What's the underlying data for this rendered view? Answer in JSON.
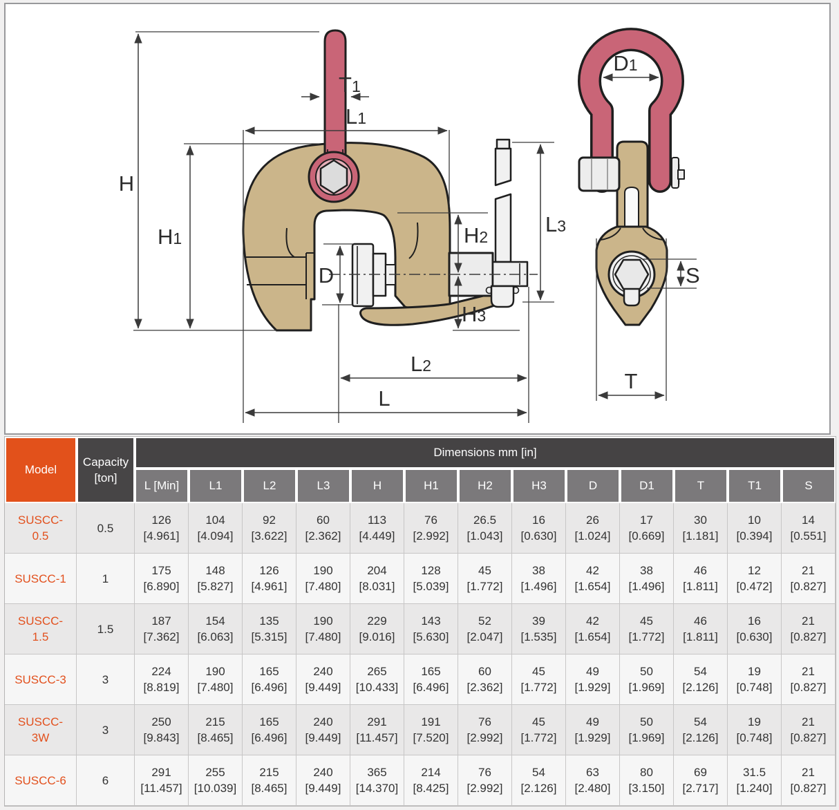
{
  "diagram": {
    "colors": {
      "pink": "#c96577",
      "pink_inner": "#e7afb8",
      "tan": "#cbb58a",
      "metal": "#efefef",
      "outline": "#1f1f1f",
      "dimension_line": "#3a3a3a",
      "panel_border": "#98989b"
    },
    "labels": {
      "H": {
        "main": "H",
        "sub": ""
      },
      "H1": {
        "main": "H",
        "sub": "1"
      },
      "H2": {
        "main": "H",
        "sub": "2"
      },
      "H3": {
        "main": "H",
        "sub": "3"
      },
      "T1": {
        "main": "T",
        "sub": "1"
      },
      "L1": {
        "main": "L",
        "sub": "1"
      },
      "L2": {
        "main": "L",
        "sub": "2"
      },
      "L3": {
        "main": "L",
        "sub": "3"
      },
      "L": {
        "main": "L",
        "sub": ""
      },
      "D": {
        "main": "D",
        "sub": ""
      },
      "D1": {
        "main": "D",
        "sub": "1"
      },
      "S": {
        "main": "S",
        "sub": ""
      },
      "T": {
        "main": "T",
        "sub": ""
      }
    }
  },
  "table": {
    "header": {
      "model": "Model",
      "capacity_line1": "Capacity",
      "capacity_line2": "[ton]",
      "dimensions_band": "Dimensions mm [in]",
      "columns": [
        "L [Min]",
        "L1",
        "L2",
        "L3",
        "H",
        "H1",
        "H2",
        "H3",
        "D",
        "D1",
        "T",
        "T1",
        "S"
      ]
    },
    "rows": [
      {
        "model": [
          "SUSCC-",
          "0.5"
        ],
        "capacity": "0.5",
        "values": [
          [
            "126",
            "[4.961]"
          ],
          [
            "104",
            "[4.094]"
          ],
          [
            "92",
            "[3.622]"
          ],
          [
            "60",
            "[2.362]"
          ],
          [
            "113",
            "[4.449]"
          ],
          [
            "76",
            "[2.992]"
          ],
          [
            "26.5",
            "[1.043]"
          ],
          [
            "16",
            "[0.630]"
          ],
          [
            "26",
            "[1.024]"
          ],
          [
            "17",
            "[0.669]"
          ],
          [
            "30",
            "[1.181]"
          ],
          [
            "10",
            "[0.394]"
          ],
          [
            "14",
            "[0.551]"
          ]
        ]
      },
      {
        "model": [
          "SUSCC-1"
        ],
        "capacity": "1",
        "values": [
          [
            "175",
            "[6.890]"
          ],
          [
            "148",
            "[5.827]"
          ],
          [
            "126",
            "[4.961]"
          ],
          [
            "190",
            "[7.480]"
          ],
          [
            "204",
            "[8.031]"
          ],
          [
            "128",
            "[5.039]"
          ],
          [
            "45",
            "[1.772]"
          ],
          [
            "38",
            "[1.496]"
          ],
          [
            "42",
            "[1.654]"
          ],
          [
            "38",
            "[1.496]"
          ],
          [
            "46",
            "[1.811]"
          ],
          [
            "12",
            "[0.472]"
          ],
          [
            "21",
            "[0.827]"
          ]
        ]
      },
      {
        "model": [
          "SUSCC-",
          "1.5"
        ],
        "capacity": "1.5",
        "values": [
          [
            "187",
            "[7.362]"
          ],
          [
            "154",
            "[6.063]"
          ],
          [
            "135",
            "[5.315]"
          ],
          [
            "190",
            "[7.480]"
          ],
          [
            "229",
            "[9.016]"
          ],
          [
            "143",
            "[5.630]"
          ],
          [
            "52",
            "[2.047]"
          ],
          [
            "39",
            "[1.535]"
          ],
          [
            "42",
            "[1.654]"
          ],
          [
            "45",
            "[1.772]"
          ],
          [
            "46",
            "[1.811]"
          ],
          [
            "16",
            "[0.630]"
          ],
          [
            "21",
            "[0.827]"
          ]
        ]
      },
      {
        "model": [
          "SUSCC-3"
        ],
        "capacity": "3",
        "values": [
          [
            "224",
            "[8.819]"
          ],
          [
            "190",
            "[7.480]"
          ],
          [
            "165",
            "[6.496]"
          ],
          [
            "240",
            "[9.449]"
          ],
          [
            "265",
            "[10.433]"
          ],
          [
            "165",
            "[6.496]"
          ],
          [
            "60",
            "[2.362]"
          ],
          [
            "45",
            "[1.772]"
          ],
          [
            "49",
            "[1.929]"
          ],
          [
            "50",
            "[1.969]"
          ],
          [
            "54",
            "[2.126]"
          ],
          [
            "19",
            "[0.748]"
          ],
          [
            "21",
            "[0.827]"
          ]
        ]
      },
      {
        "model": [
          "SUSCC-",
          "3W"
        ],
        "capacity": "3",
        "values": [
          [
            "250",
            "[9.843]"
          ],
          [
            "215",
            "[8.465]"
          ],
          [
            "165",
            "[6.496]"
          ],
          [
            "240",
            "[9.449]"
          ],
          [
            "291",
            "[11.457]"
          ],
          [
            "191",
            "[7.520]"
          ],
          [
            "76",
            "[2.992]"
          ],
          [
            "45",
            "[1.772]"
          ],
          [
            "49",
            "[1.929]"
          ],
          [
            "50",
            "[1.969]"
          ],
          [
            "54",
            "[2.126]"
          ],
          [
            "19",
            "[0.748]"
          ],
          [
            "21",
            "[0.827]"
          ]
        ]
      },
      {
        "model": [
          "SUSCC-6"
        ],
        "capacity": "6",
        "values": [
          [
            "291",
            "[11.457]"
          ],
          [
            "255",
            "[10.039]"
          ],
          [
            "215",
            "[8.465]"
          ],
          [
            "240",
            "[9.449]"
          ],
          [
            "365",
            "[14.370]"
          ],
          [
            "214",
            "[8.425]"
          ],
          [
            "76",
            "[2.992]"
          ],
          [
            "54",
            "[2.126]"
          ],
          [
            "63",
            "[2.480]"
          ],
          [
            "80",
            "[3.150]"
          ],
          [
            "69",
            "[2.717]"
          ],
          [
            "31.5",
            "[1.240]"
          ],
          [
            "21",
            "[0.827]"
          ]
        ]
      }
    ]
  }
}
